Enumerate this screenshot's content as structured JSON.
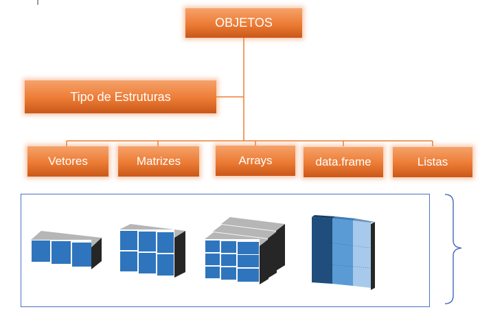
{
  "root": {
    "label": "OBJETOS"
  },
  "category": {
    "label": "Tipo de Estruturas"
  },
  "structures": [
    {
      "label": "Vetores"
    },
    {
      "label": "Matrizes"
    },
    {
      "label": "Arrays"
    },
    {
      "label": "data.frame"
    },
    {
      "label": "Listas"
    }
  ],
  "colors": {
    "orange": "#ec7b34",
    "line": "#ed7d31",
    "blue": "#2f75bd",
    "frame": "#4a6fbf"
  }
}
